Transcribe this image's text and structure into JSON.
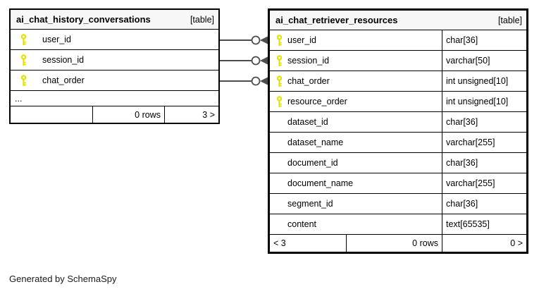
{
  "diagram": {
    "credit": "Generated by SchemaSpy"
  },
  "colors": {
    "key_yellow": "#e3e300",
    "connector": "#4d4d4d",
    "header_bg": "#f7f7f7",
    "border": "#000000"
  },
  "relationships": {
    "linked_columns": [
      "user_id",
      "session_id",
      "chat_order"
    ]
  },
  "tables": [
    {
      "name": "ai_chat_history_conversations",
      "badge": "[table]",
      "columns": [
        {
          "name": "user_id"
        },
        {
          "name": "session_id"
        },
        {
          "name": "chat_order"
        }
      ],
      "ellipsis": "...",
      "footer": {
        "left": "",
        "rows": "0 rows",
        "right": "3 >"
      }
    },
    {
      "name": "ai_chat_retriever_resources",
      "badge": "[table]",
      "columns": [
        {
          "name": "user_id",
          "type": "char[36]"
        },
        {
          "name": "session_id",
          "type": "varchar[50]"
        },
        {
          "name": "chat_order",
          "type": "int unsigned[10]"
        },
        {
          "name": "resource_order",
          "type": "int unsigned[10]"
        },
        {
          "name": "dataset_id",
          "type": "char[36]"
        },
        {
          "name": "dataset_name",
          "type": "varchar[255]"
        },
        {
          "name": "document_id",
          "type": "char[36]"
        },
        {
          "name": "document_name",
          "type": "varchar[255]"
        },
        {
          "name": "segment_id",
          "type": "char[36]"
        },
        {
          "name": "content",
          "type": "text[65535]"
        }
      ],
      "footer": {
        "left": "< 3",
        "rows": "0 rows",
        "right": "0 >"
      }
    }
  ]
}
